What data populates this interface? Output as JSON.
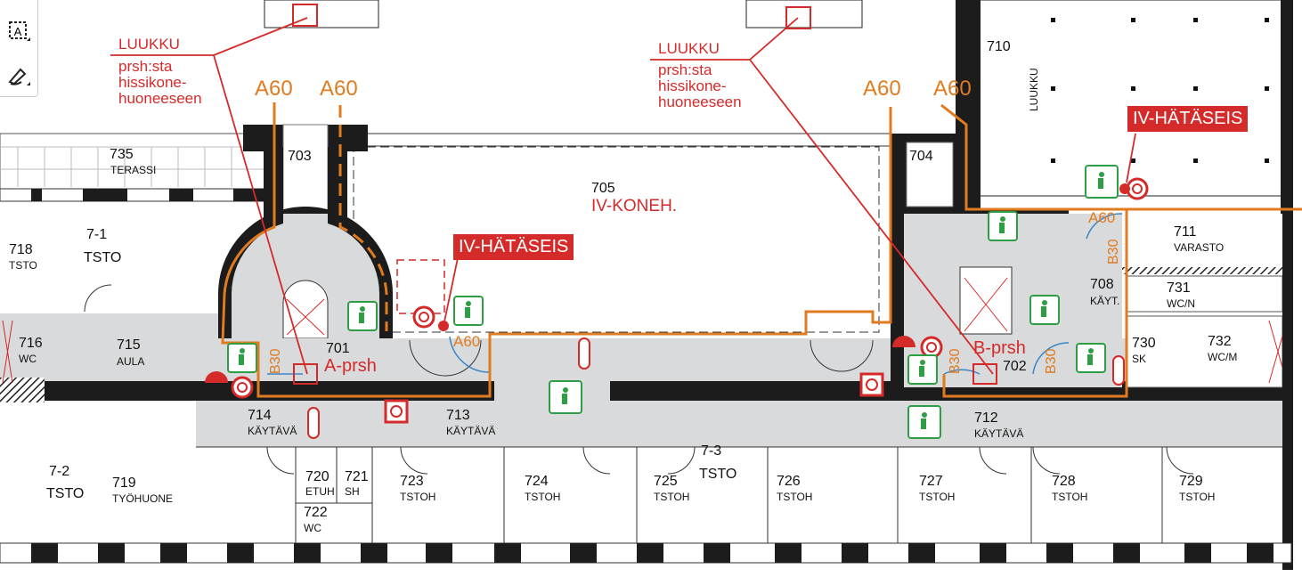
{
  "toolbar": {
    "text_select_icon": "text-select-icon",
    "annotate_icon": "pen-icon",
    "text_select_glyph": "A"
  },
  "annotations": {
    "luukku_left": {
      "title": "LUUKKU",
      "lines": [
        "prsh:sta",
        "hissikone-",
        "huoneeseen"
      ]
    },
    "luukku_right": {
      "title": "LUUKKU",
      "lines": [
        "prsh:sta",
        "hissikone-",
        "huoneeseen"
      ]
    },
    "fire_ratings": {
      "a60": "A60",
      "b30": "B30"
    },
    "emergency_stop_1": "IV-HÄTÄSEIS",
    "emergency_stop_2": "IV-HÄTÄSEIS",
    "stair_a": "A-prsh",
    "stair_b": "B-prsh"
  },
  "rooms": [
    {
      "num": "735",
      "name": "TERASSI"
    },
    {
      "num": "703",
      "name": ""
    },
    {
      "num": "705",
      "name": "IV-KONEH."
    },
    {
      "num": "704",
      "name": ""
    },
    {
      "num": "710",
      "name": ""
    },
    {
      "num": "",
      "name": "LUUKKU"
    },
    {
      "num": "718",
      "name": "TSTO"
    },
    {
      "num": "7-1",
      "name": "TSTO"
    },
    {
      "num": "716",
      "name": "WC"
    },
    {
      "num": "715",
      "name": "AULA"
    },
    {
      "num": "701",
      "name": ""
    },
    {
      "num": "714",
      "name": "KÄYTÄVÄ"
    },
    {
      "num": "713",
      "name": "KÄYTÄVÄ"
    },
    {
      "num": "712",
      "name": "KÄYTÄVÄ"
    },
    {
      "num": "702",
      "name": ""
    },
    {
      "num": "708",
      "name": "KÄYT."
    },
    {
      "num": "711",
      "name": "VARASTO"
    },
    {
      "num": "731",
      "name": "WC/N"
    },
    {
      "num": "730",
      "name": "SK"
    },
    {
      "num": "732",
      "name": "WC/M"
    },
    {
      "num": "7-2",
      "name": "TSTO"
    },
    {
      "num": "719",
      "name": "TYÖHUONE"
    },
    {
      "num": "720",
      "name": "ETUH"
    },
    {
      "num": "721",
      "name": "SH"
    },
    {
      "num": "722",
      "name": "WC"
    },
    {
      "num": "723",
      "name": "TSTOH"
    },
    {
      "num": "724",
      "name": "TSTOH"
    },
    {
      "num": "725",
      "name": "TSTOH"
    },
    {
      "num": "7-3",
      "name": "TSTO"
    },
    {
      "num": "726",
      "name": "TSTOH"
    },
    {
      "num": "727",
      "name": "TSTOH"
    },
    {
      "num": "728",
      "name": "TSTOH"
    },
    {
      "num": "729",
      "name": "TSTOH"
    }
  ],
  "colors": {
    "fire": "#d42a2a",
    "compartment": "#e07b20",
    "exit": "#2e9e44",
    "wall": "#1c1c1c",
    "corridor": "#d9dadb",
    "door_swing": "#3a86c8"
  }
}
